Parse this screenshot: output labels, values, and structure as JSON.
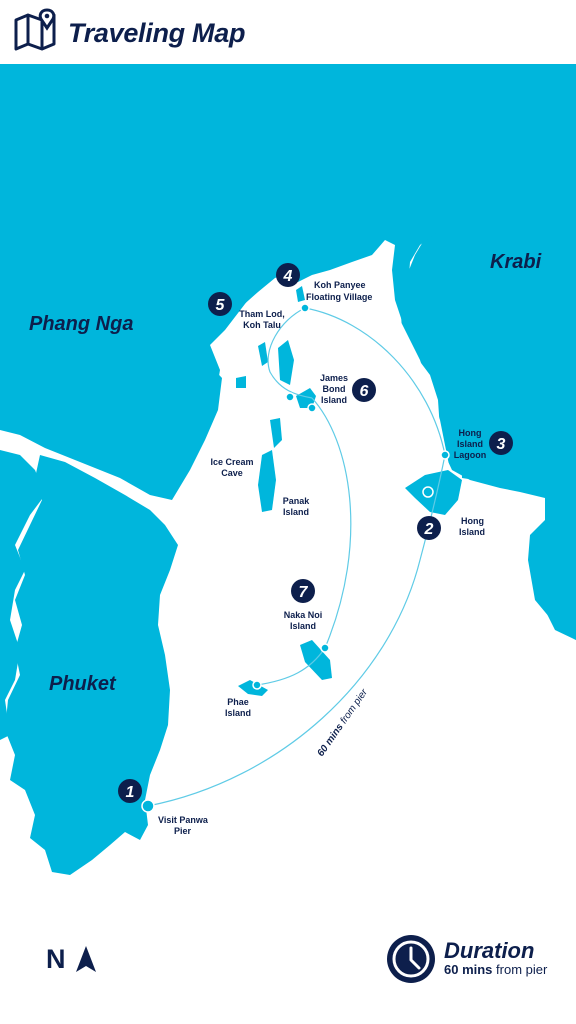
{
  "header": {
    "title": "Traveling Map",
    "icon": "map-pin-icon"
  },
  "regions": {
    "krabi": "Krabi",
    "phang_nga": "Phang Nga",
    "phuket": "Phuket"
  },
  "stops": [
    {
      "number": "1",
      "label_line1": "Visit Panwa",
      "label_line2": "Pier"
    },
    {
      "number": "2",
      "label_line1": "Hong",
      "label_line2": "Island"
    },
    {
      "number": "3",
      "label_line1": "Hong",
      "label_line2": "Island",
      "label_line3": "Lagoon"
    },
    {
      "number": "4",
      "label_line1": "Koh Panyee",
      "label_line2": "Floating Village"
    },
    {
      "number": "5",
      "label_line1": "Tham Lod,",
      "label_line2": "Koh Talu"
    },
    {
      "number": "6",
      "label_line1": "James",
      "label_line2": "Bond",
      "label_line3": "Island"
    },
    {
      "number": "7",
      "label_line1": "Naka Noi",
      "label_line2": "Island"
    }
  ],
  "places": {
    "ice_cream_line1": "Ice Cream",
    "ice_cream_line2": "Cave",
    "panak_line1": "Panak",
    "panak_line2": "Island",
    "phae_line1": "Phae",
    "phae_line2": "Island"
  },
  "route_label": {
    "strong": "60 mins",
    "rest": " from pier"
  },
  "compass": {
    "letter": "N"
  },
  "duration": {
    "title": "Duration",
    "value": "60 mins",
    "suffix": " from pier",
    "icon": "clock-icon"
  },
  "colors": {
    "sea": "#00b6dc",
    "land": "#ffffff",
    "marker": "#0d1f4c",
    "dot": "#00b6dc"
  }
}
